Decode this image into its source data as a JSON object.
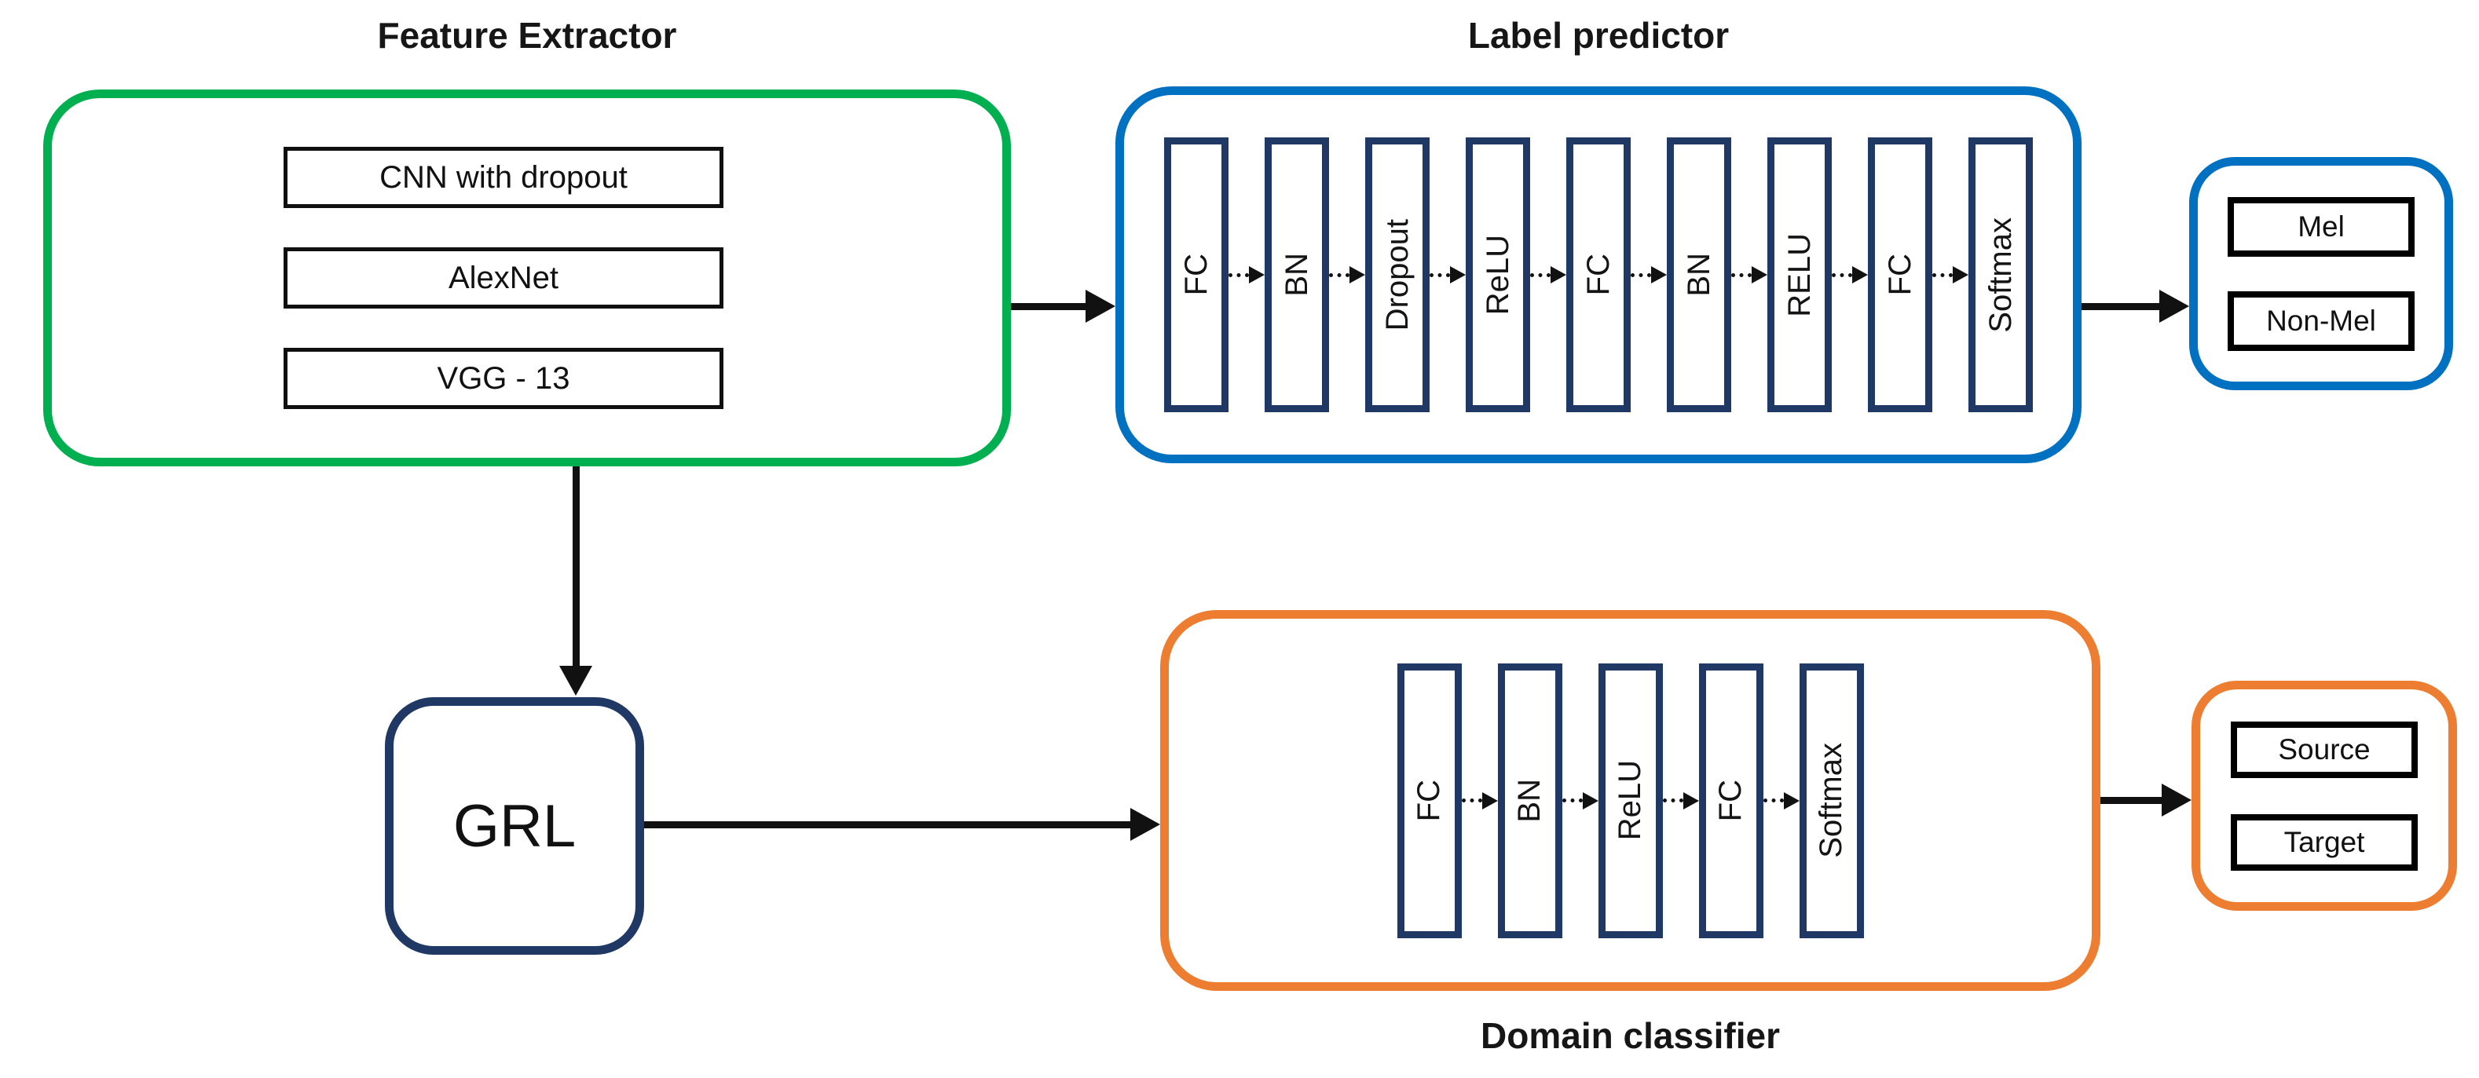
{
  "colors": {
    "feature_extractor_border": "#00b050",
    "label_predictor_border": "#0070c0",
    "domain_classifier_border": "#ed7d31",
    "layer_border": "#1f3864",
    "arrow": "#111111"
  },
  "feature_extractor": {
    "title": "Feature Extractor",
    "items": [
      "CNN with dropout",
      "AlexNet",
      "VGG - 13"
    ]
  },
  "label_predictor": {
    "title": "Label predictor",
    "layers": [
      "FC",
      "BN",
      "Dropout",
      "ReLU",
      "FC",
      "BN",
      "RELU",
      "FC",
      "Softmax"
    ],
    "layer_connector_style": "dotted-arrow"
  },
  "label_outputs": {
    "items": [
      "Mel",
      "Non-Mel"
    ]
  },
  "grl": {
    "label": "GRL"
  },
  "domain_classifier": {
    "title": "Domain classifier",
    "layers": [
      "FC",
      "BN",
      "ReLU",
      "FC",
      "Softmax"
    ],
    "layer_connector_style": "dotted-arrow"
  },
  "domain_outputs": {
    "items": [
      "Source",
      "Target"
    ]
  },
  "connections": [
    {
      "from": "feature_extractor",
      "to": "label_predictor",
      "style": "solid-arrow"
    },
    {
      "from": "label_predictor",
      "to": "label_outputs",
      "style": "solid-arrow"
    },
    {
      "from": "feature_extractor",
      "to": "grl",
      "style": "solid-arrow"
    },
    {
      "from": "grl",
      "to": "domain_classifier",
      "style": "solid-arrow"
    },
    {
      "from": "domain_classifier",
      "to": "domain_outputs",
      "style": "solid-arrow"
    }
  ]
}
